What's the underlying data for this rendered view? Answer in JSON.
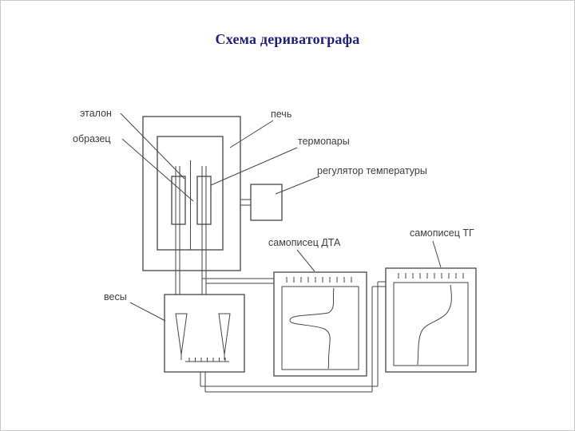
{
  "title": "Схема дериватографа",
  "labels": {
    "etalon": "эталон",
    "obrazets": "образец",
    "pech": "печь",
    "termopary": "термопары",
    "regulyator": "регулятор температуры",
    "samopisets_dta": "самописец ДТА",
    "samopisets_tg": "самописец ТГ",
    "vesy": "весы"
  },
  "colors": {
    "line": "#454545",
    "title_text": "#20207a",
    "label_text": "#3c3c3c",
    "background": "#ffffff"
  }
}
